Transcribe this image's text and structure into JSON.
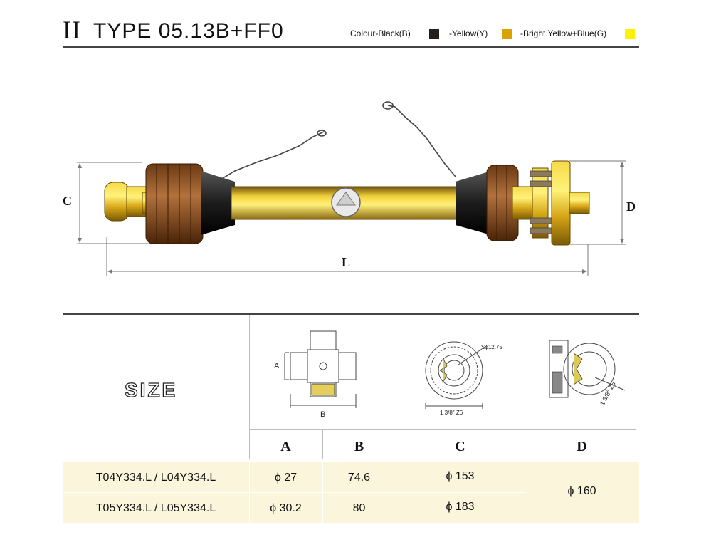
{
  "header": {
    "roman": "II",
    "title": "TYPE  05.13B+FF0"
  },
  "colour_legend": [
    {
      "label": "Colour-Black(B)",
      "color": "#231f1c"
    },
    {
      "label": "-Yellow(Y)",
      "color": "#d9a300"
    },
    {
      "label": "-Bright Yellow+Blue(G)",
      "color": "#fff200"
    }
  ],
  "drawing": {
    "dim_c": "C",
    "dim_d": "D",
    "dim_l": "L"
  },
  "size_section": {
    "title": "SIZE",
    "detail_a": {
      "label_a": "A",
      "label_b": "B"
    },
    "detail_c": {
      "spline_label": "Sϕ12.75",
      "bottom_label": "1 3/8″ Z6"
    },
    "detail_d": {
      "angled_label": "1 3/8″ Z6"
    }
  },
  "table": {
    "columns": [
      "A",
      "B",
      "C",
      "D"
    ],
    "rows": [
      {
        "model": "T04Y334.L  /  L04Y334.L",
        "a": "ϕ 27",
        "b": "74.6",
        "c": "ϕ 153"
      },
      {
        "model": "T05Y334.L  /  L05Y334.L",
        "a": "ϕ 30.2",
        "b": "80",
        "c": "ϕ 183"
      }
    ],
    "d_merged": "ϕ 160",
    "row_bg": "#fbf5dc"
  }
}
